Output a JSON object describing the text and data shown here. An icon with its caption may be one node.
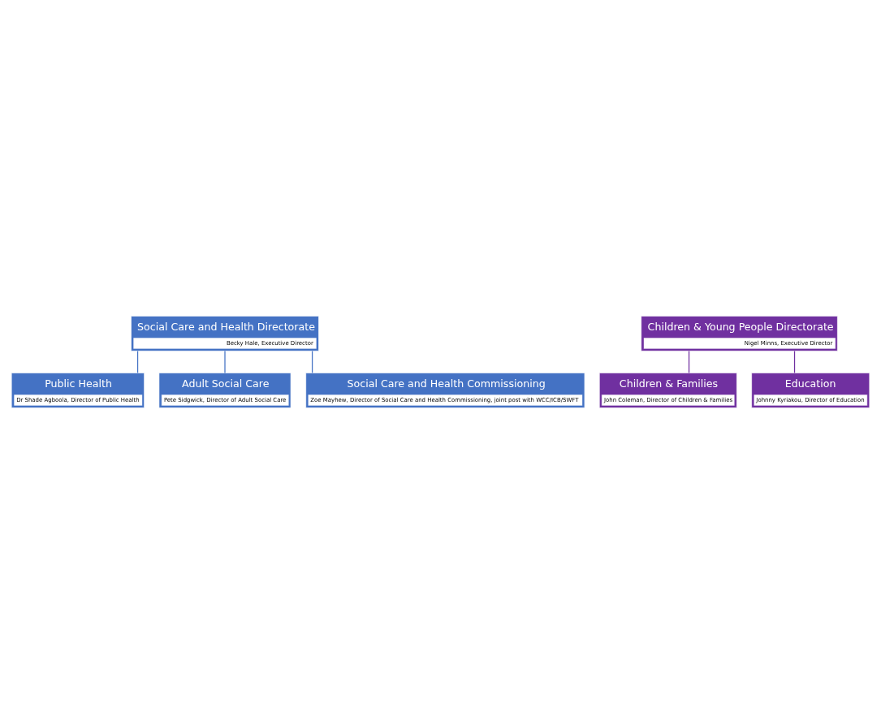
{
  "diagram": {
    "nodes": [
      {
        "text": [
          "Social Care and Health Directorate",
          "Becky Hale, Executive Director"
        ]
      },
      {
        "text": [
          "Public Health",
          "Dr Shade Agboola, Director of Public Health"
        ]
      },
      {
        "text": [
          "Adult Social Care",
          "Pete Sidgwick, Director of Adult Social Care"
        ]
      },
      {
        "text": [
          "Social Care and Health Commissioning",
          "Zoe Mayhew, Director of Social Care and Health Commissioning, joint post with WCC/ICB/SWFT"
        ]
      },
      {
        "text": [
          "Children & Young People Directorate",
          "Nigel Minns, Executive Director"
        ]
      },
      {
        "text": [
          "Children & Families",
          "John Coleman, Director of Children & Families"
        ]
      },
      {
        "text": [
          "Education",
          "Johnny Kyriakou, Director of Education"
        ]
      }
    ],
    "edges": [
      {
        "from": 0,
        "to": 1,
        "arrow": "none"
      },
      {
        "from": 0,
        "to": 2,
        "arrow": "none"
      },
      {
        "from": 0,
        "to": 3,
        "arrow": "none"
      },
      {
        "from": 4,
        "to": 5,
        "arrow": "none",
        "color": "#7030a0"
      },
      {
        "from": 4,
        "to": 6,
        "arrow": "none",
        "color": "#7030a0"
      }
    ]
  }
}
